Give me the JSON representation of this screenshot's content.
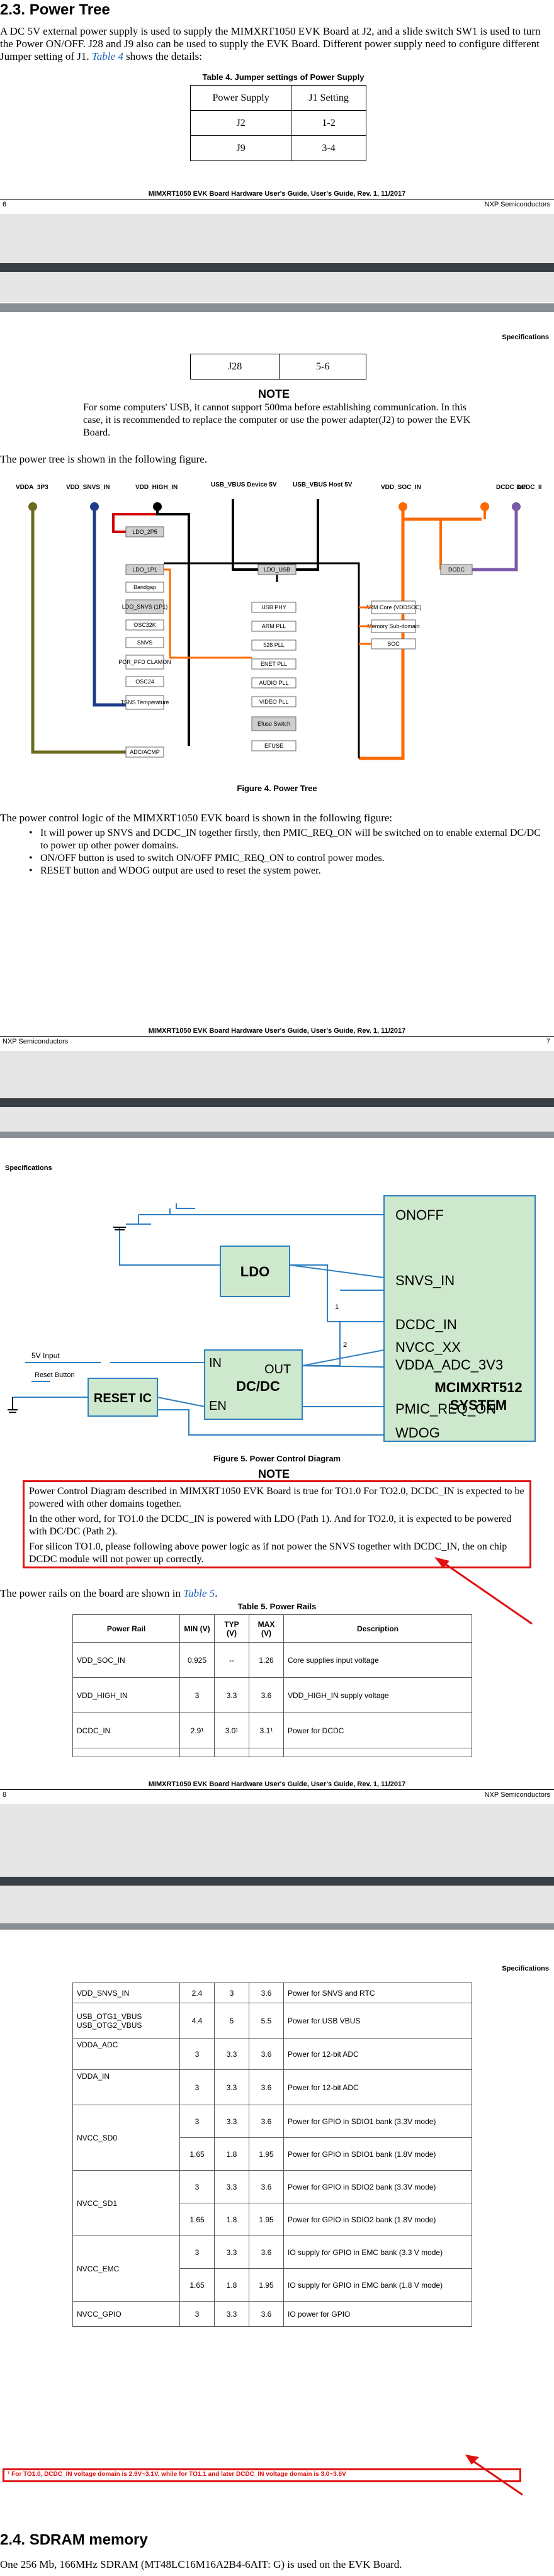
{
  "page1": {
    "section_heading": "2.3.   Power Tree",
    "intro_text": "A DC 5V external power supply is used to supply the MIMXRT1050 EVK Board at J2, and a slide switch SW1 is used to turn the Power ON/OFF.  J28 and J9 also can be used to supply the EVK Board. Different power supply need to configure different Jumper setting of J1.",
    "intro_link": "Table 4",
    "intro_tail": " shows the details:",
    "table_caption": "Table 4.    Jumper settings of Power Supply",
    "table_headers": [
      "Power Supply",
      "J1 Setting"
    ],
    "table_rows": [
      [
        "J2",
        "1-2"
      ],
      [
        "J9",
        "3-4"
      ]
    ],
    "footer_title": "MIMXRT1050 EVK Board Hardware User's Guide, User's Guide, Rev. 1, 11/2017",
    "footer_page": "6",
    "footer_company": "NXP Semiconductors"
  },
  "page2": {
    "header_label": "Specifications",
    "table_row": [
      "J28",
      "5-6"
    ],
    "note_title": "NOTE",
    "note_text": "For some computers' USB, it cannot support 500ma before establishing communication. In this case, it is recommended to replace the computer or use the power adapter(J2) to power the EVK Board.",
    "tree_intro": "The power tree is shown in the following figure.",
    "diagram": {
      "top_labels": [
        "VDDA_3P3",
        "VDD_SNVS_IN",
        "VDD_HIGH_IN",
        "USB_VBUS Device 5V",
        "USB_VBUS Host 5V",
        "VDD_SOC_IN",
        "DCDC_LP",
        "DCDC_IN"
      ],
      "ldo_boxes": [
        "LDO_2P5",
        "LDO_1P1",
        "Bandgap",
        "LDO_SNVS (1P1)",
        "OSC32K",
        "SNVS",
        "POR_PFD CLAMON",
        "OSC24",
        "TSNS Temperature",
        "ADC/ACMP"
      ],
      "ldo_usb": "LDO_USB",
      "dcdc": "DCDC",
      "mid_boxes": [
        "USB PHY",
        "ARM PLL",
        "528 PLL",
        "ENET PLL",
        "AUDIO PLL",
        "VIDEO PLL",
        "Efuse Switch",
        "EFUSE"
      ],
      "right_boxes": [
        "ARM Core (VDDSOC)",
        "Memory Sub-domain",
        "SOC"
      ]
    },
    "figure_caption": "Figure 4.  Power Tree",
    "logic_intro": "The power control logic of the MIMXRT1050 EVK board is shown in the following figure:",
    "bullets": [
      "It will power up SNVS and DCDC_IN together firstly, then PMIC_REQ_ON will be switched on to enable external DC/DC to power up other power domains.",
      "ON/OFF button is used to switch ON/OFF PMIC_REQ_ON to control power modes.",
      "RESET button and WDOG output are used to reset the system power."
    ],
    "footer_title": "MIMXRT1050 EVK Board Hardware User's Guide, User's Guide, Rev. 1, 11/2017",
    "footer_company": "NXP Semiconductors",
    "footer_page": "7"
  },
  "page3": {
    "header_label": "Specifications",
    "diagram": {
      "soc_signals": [
        "ONOFF",
        "SNVS_IN",
        "DCDC_IN",
        "NVCC_XX",
        "VDDA_ADC_3V3",
        "PMIC_REQ_ON",
        "WDOG"
      ],
      "soc_name_line1": "MCIMXRT512",
      "soc_name_line2": "SYSTEM",
      "ldo": "LDO",
      "dcdc": "DC/DC",
      "dcdc_in": "IN",
      "dcdc_out": "OUT",
      "dcdc_en": "EN",
      "reset_ic": "RESET  IC",
      "input_5v": "5V  Input",
      "reset_button": "Reset Button",
      "path1": "1",
      "path2": "2"
    },
    "figure_caption": "Figure 5.  Power Control Diagram",
    "note_title": "NOTE",
    "note_lines": [
      "Power Control Diagram described in MIMXRT1050 EVK Board is true for TO1.0 For TO2.0, DCDC_IN is expected to be powered with other domains together.",
      "In the other word, for TO1.0 the DCDC_IN is powered with LDO (Path 1). And for TO2.0, it is expected to be powered with DC/DC (Path 2).",
      "For silicon TO1.0, please following above power logic as if not power the SNVS together with DCDC_IN, the on chip DCDC module will not power up correctly."
    ],
    "rails_intro": "The power rails on the board are shown in ",
    "rails_link": "Table 5",
    "rails_tail": ".",
    "table_caption": "Table 5.      Power Rails",
    "table_headers": [
      "Power Rail",
      "MIN (V)",
      "TYP (V)",
      "MAX (V)",
      "Description"
    ],
    "table_rows": [
      [
        "VDD_SOC_IN",
        "0.925",
        "--",
        "1.26",
        "Core supplies input voltage"
      ],
      [
        "VDD_HIGH_IN",
        "3",
        "3.3",
        "3.6",
        "VDD_HIGH_IN supply voltage"
      ],
      [
        "DCDC_IN",
        "2.9¹",
        "3.0¹",
        "3.1¹",
        "Power for DCDC"
      ]
    ],
    "footer_title": "MIMXRT1050 EVK Board Hardware User's Guide, User's Guide, Rev. 1, 11/2017",
    "footer_page": "8",
    "footer_company": "NXP Semiconductors"
  },
  "page4": {
    "header_label": "Specifications",
    "table_rows": [
      {
        "rail": "VDD_SNVS_IN",
        "min": "2.4",
        "typ": "3",
        "max": "3.6",
        "desc": "Power for SNVS and RTC"
      },
      {
        "rail": "USB_OTG1_VBUS\nUSB_OTG2_VBUS",
        "min": "4.4",
        "typ": "5",
        "max": "5.5",
        "desc": "Power for USB VBUS"
      },
      {
        "rail": "VDDA_ADC",
        "min": "3",
        "typ": "3.3",
        "max": "3.6",
        "desc": "Power for 12-bit ADC"
      },
      {
        "rail": "VDDA_IN",
        "min": "3",
        "typ": "3.3",
        "max": "3.6",
        "desc": "Power for 12-bit ADC"
      }
    ],
    "grouped_rows": [
      {
        "rail": "NVCC_SD0",
        "rows": [
          {
            "min": "3",
            "typ": "3.3",
            "max": "3.6",
            "desc": "Power for GPIO in SDIO1 bank (3.3V mode)"
          },
          {
            "min": "1.65",
            "typ": "1.8",
            "max": "1.95",
            "desc": "Power for GPIO in SDIO1 bank (1.8V mode)"
          }
        ]
      },
      {
        "rail": "NVCC_SD1",
        "rows": [
          {
            "min": "3",
            "typ": "3.3",
            "max": "3.6",
            "desc": "Power for GPIO in SDIO2 bank (3.3V mode)"
          },
          {
            "min": "1.65",
            "typ": "1.8",
            "max": "1.95",
            "desc": "Power for GPIO in SDIO2 bank (1.8V mode)"
          }
        ]
      },
      {
        "rail": "NVCC_EMC",
        "rows": [
          {
            "min": "3",
            "typ": "3.3",
            "max": "3.6",
            "desc": "IO supply for GPIO in EMC bank (3.3 V mode)"
          },
          {
            "min": "1.65",
            "typ": "1.8",
            "max": "1.95",
            "desc": "IO supply for GPIO in EMC bank (1.8 V mode)"
          }
        ]
      }
    ],
    "last_row": {
      "rail": "NVCC_GPIO",
      "min": "3",
      "typ": "3.3",
      "max": "3.6",
      "desc": "IO power for GPIO"
    },
    "footnote": "¹ For TO1.0, DCDC_IN voltage domain is 2.9V~3.1V, while for TO1.1 and later DCDC_IN voltage domain is 3.0~3.6V",
    "section_heading": "2.4.   SDRAM memory",
    "sdram_text": "One 256 Mb, 166MHz SDRAM (MT48LC16M16A2B4-6AIT: G) is used on the EVK Board."
  }
}
